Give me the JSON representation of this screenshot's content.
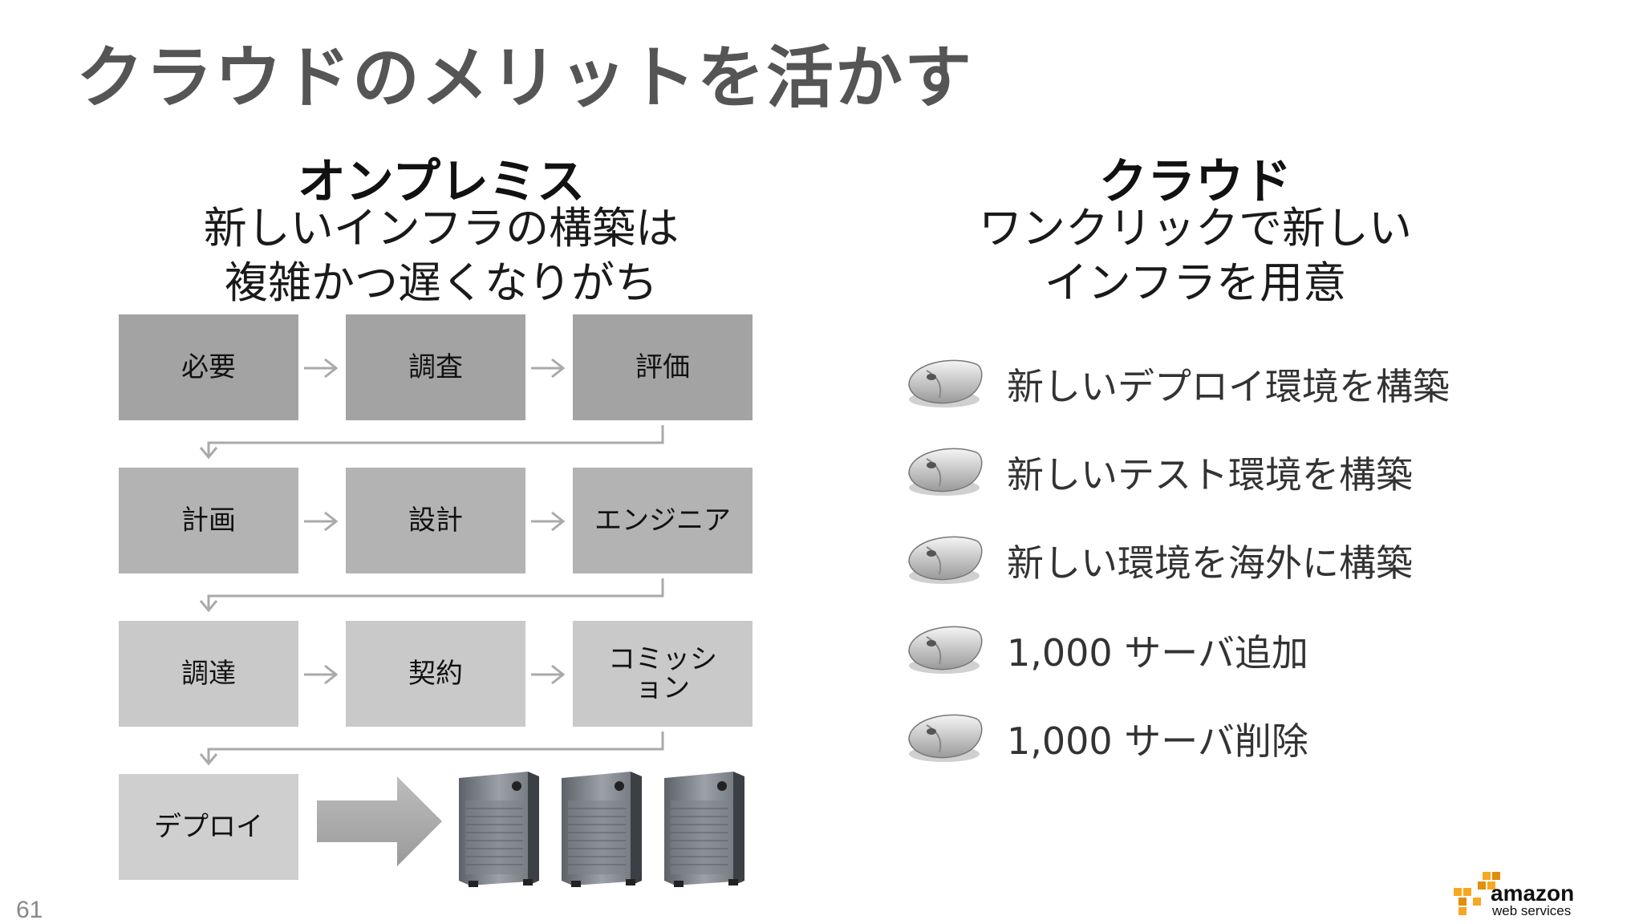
{
  "slide": {
    "title": "クラウドのメリットを活かす",
    "page_number": "61"
  },
  "onpremise": {
    "heading": "オンプレミス",
    "subtitle_line1": "新しいインフラの構築は",
    "subtitle_line2": "複雑かつ遅くなりがち",
    "steps": [
      {
        "label": "必要"
      },
      {
        "label": "調査"
      },
      {
        "label": "評価"
      },
      {
        "label": "計画"
      },
      {
        "label": "設計"
      },
      {
        "label": "エンジニア"
      },
      {
        "label": "調達"
      },
      {
        "label": "契約"
      },
      {
        "label": "コミッション"
      },
      {
        "label": "デプロイ"
      }
    ]
  },
  "cloud": {
    "heading": "クラウド",
    "subtitle_line1": "ワンクリックで新しい",
    "subtitle_line2": "インフラを用意",
    "benefits": [
      {
        "text": "新しいデプロイ環境を構築",
        "icon": "computer-mouse-icon"
      },
      {
        "text": "新しいテスト環境を構築",
        "icon": "computer-mouse-icon"
      },
      {
        "text": "新しい環境を海外に構築",
        "icon": "computer-mouse-icon"
      },
      {
        "text": "1,000 サーバ追加",
        "icon": "computer-mouse-icon"
      },
      {
        "text": "1,000 サーバ削除",
        "icon": "computer-mouse-icon"
      }
    ]
  },
  "logo": {
    "name": "amazon",
    "tagline": "web services",
    "colors": {
      "cube": "#f7a823",
      "text": "#111111"
    }
  }
}
